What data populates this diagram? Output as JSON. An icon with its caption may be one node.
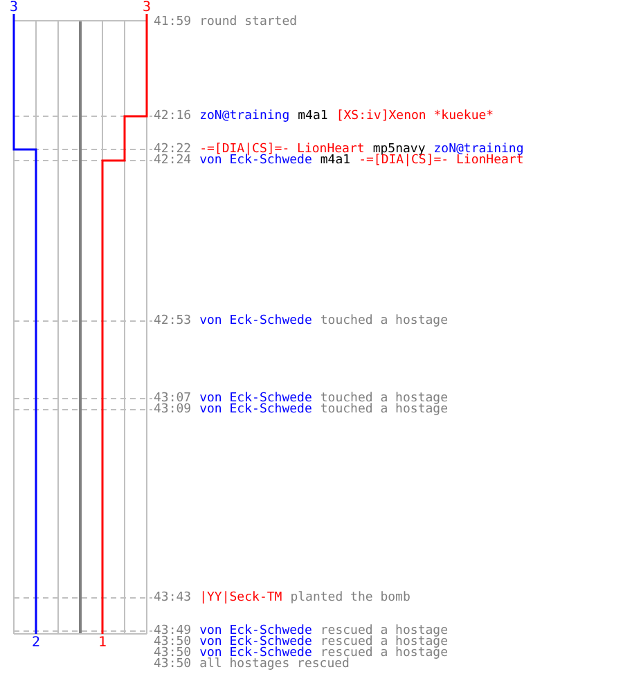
{
  "diagram": {
    "labels": [
      "3",
      "3",
      "41:59",
      "round started",
      "42:16",
      "zoN@training",
      "m4a1",
      "[XS:iv]Xenon *kuekue*",
      "42:22",
      "-=[DIA|CS]=- LionHeart",
      "mp5navy",
      "zoN@training",
      "42:24",
      "von Eck-Schwede",
      "m4a1",
      "-=[DIA|CS]=- LionHeart",
      "42:53",
      "von Eck-Schwede",
      "touched a hostage",
      "43:07",
      "von Eck-Schwede",
      "touched a hostage",
      "43:09",
      "von Eck-Schwede",
      "touched a hostage",
      "43:43",
      "|YY|Seck-TM",
      "planted the bomb",
      "43:49",
      "von Eck-Schwede",
      "rescued a hostage",
      "43:50",
      "von Eck-Schwede",
      "rescued a hostage",
      "43:50",
      "von Eck-Schwede",
      "rescued a hostage",
      "43:50",
      "all hostages rescued",
      "2",
      "1"
    ]
  }
}
